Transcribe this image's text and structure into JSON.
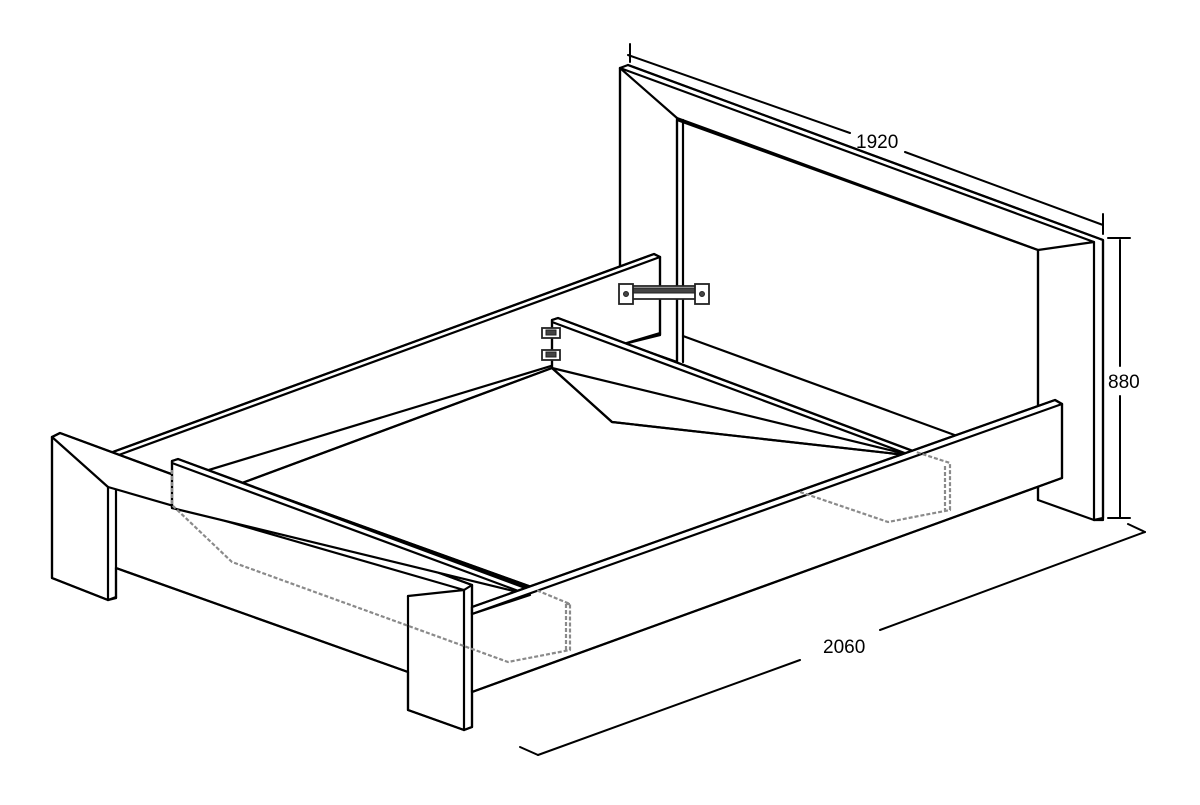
{
  "diagram": {
    "dimensions": {
      "width": "1920",
      "height": "880",
      "length": "2060"
    }
  }
}
